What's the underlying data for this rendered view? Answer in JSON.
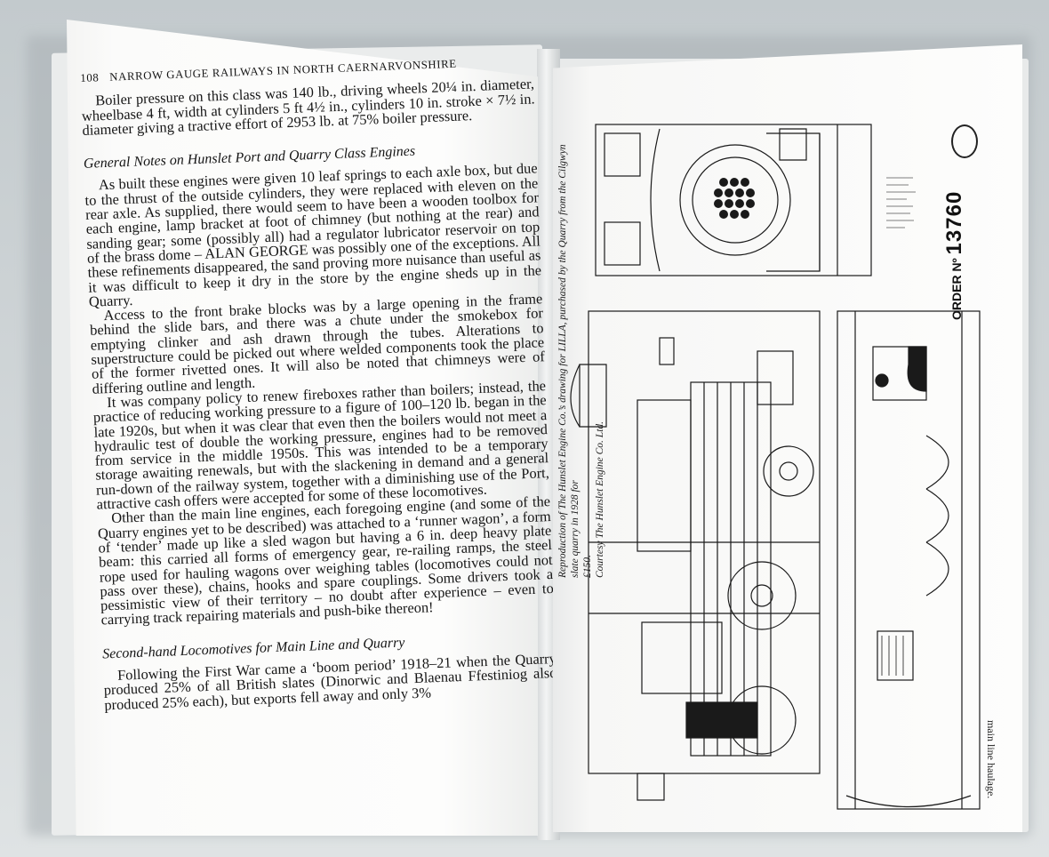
{
  "left_page": {
    "page_number": "108",
    "running_title": "NARROW GAUGE RAILWAYS IN NORTH CAERNARVONSHIRE",
    "intro_paragraph": "Boiler pressure on this class was 140 lb., driving wheels 20¼ in. diameter, wheelbase 4 ft, width at cylinders 5 ft 4½ in., cylinders 10 in. stroke × 7½ in. diameter giving a tractive effort of 2953 lb. at 75% boiler pressure.",
    "section_1_heading": "General Notes on Hunslet Port and Quarry Class Engines",
    "section_1_paragraphs": [
      "As built these engines were given 10 leaf springs to each axle box, but due to the thrust of the outside cylinders, they were replaced with eleven on the rear axle. As supplied, there would seem to have been a wooden toolbox for each engine, lamp bracket at foot of chimney (but nothing at the rear) and sanding gear; some (possibly all) had a regulator lubricator reservoir on top of the brass dome – ALAN GEORGE was possibly one of the exceptions. All these refinements disappeared, the sand proving more nuisance than useful as it was difficult to keep it dry in the store by the engine sheds up in the Quarry.",
      "Access to the front brake blocks was by a large opening in the frame behind the slide bars, and there was a chute under the smokebox for emptying clinker and ash drawn through the tubes. Alterations to superstructure could be picked out where welded components took the place of the former rivetted ones. It will also be noted that chimneys were of differing outline and length.",
      "It was company policy to renew fireboxes rather than boilers; instead, the practice of reducing working pressure to a figure of 100–120 lb. began in the late 1920s, but when it was clear that even then the boilers would not meet a hydraulic test of double the working pressure, engines had to be removed from service in the middle 1950s. This was intended to be a temporary storage awaiting renewals, but with the slackening in demand and a general run-down of the railway system, together with a diminishing use of the Port, attractive cash offers were accepted for some of these locomotives.",
      "Other than the main line engines, each foregoing engine (and some of the Quarry engines yet to be described) was attached to a ‘runner wagon’, a form of ‘tender’ made up like a sled wagon but having a 6 in. deep heavy plate beam: this carried all forms of emergency gear, re-railing ramps, the steel rope used for hauling wagons over weighing tables (locomotives could not pass over these), chains, hooks and spare couplings. Some drivers took a pessimistic view of their territory – no doubt after experience – even to carrying track repairing materials and push-bike thereon!"
    ],
    "section_2_heading": "Second-hand Locomotives for Main Line and Quarry",
    "section_2_paragraph": "Following the First War came a ‘boom period’ 1918–21 when the Quarry produced 25% of all British slates (Dinorwic and Blaenau Ffestiniog also produced 25% each), but exports fell away and only 3%"
  },
  "right_page": {
    "caption_line_1": "Reproduction of The Hunslet Engine Co.’s drawing for LILLA, purchased by the Quarry from the Cilgwyn slate quarry in 1928 for",
    "caption_line_2": "£150.",
    "caption_line_3": "Courtesy The Hunslet Engine Co. Ltd.",
    "order_label": "ORDER Nº",
    "order_number": "13760",
    "bottom_caption": "main line haulage."
  },
  "colors": {
    "paper": "#fbfbfa",
    "ink": "#151515",
    "background": "#c9cfd3"
  }
}
